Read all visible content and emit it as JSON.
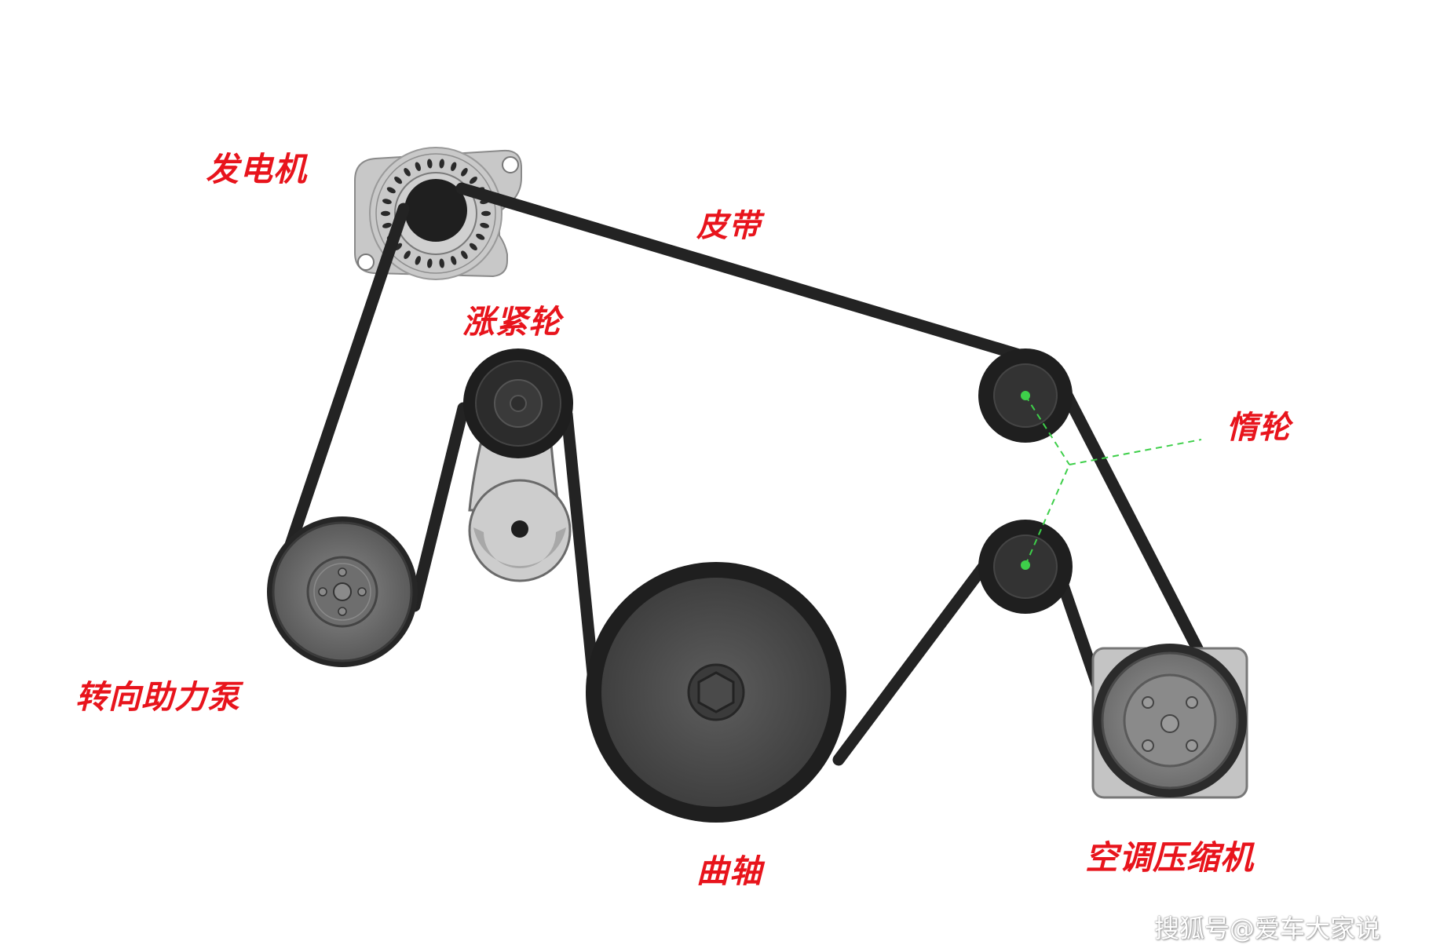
{
  "labels": {
    "alternator": "发电机",
    "belt": "皮带",
    "tensioner": "涨紧轮",
    "idler": "惰轮",
    "power_steering_pump": "转向助力泵",
    "crankshaft": "曲轴",
    "ac_compressor": "空调压缩机"
  },
  "watermark": "搜狐号@爱车大家说",
  "colors": {
    "label": "#e8141c",
    "belt": "#232323",
    "pointer": "#3ecf4a"
  }
}
